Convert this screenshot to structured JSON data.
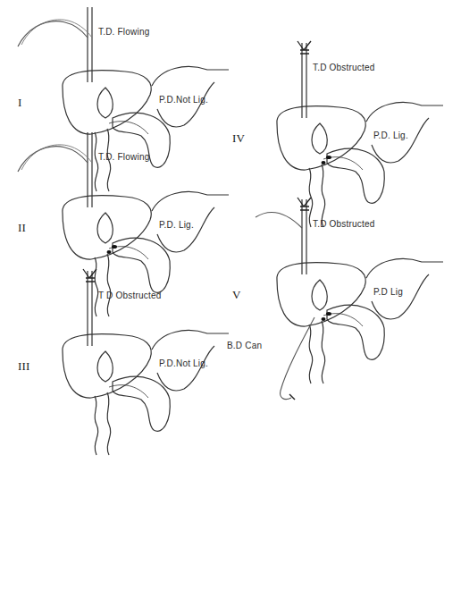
{
  "diagram": {
    "labels": [
      "I",
      "T.D. Flowing",
      "P.D.Not Lig.",
      "II",
      "T.D. Flowing",
      "P.D. Lig.",
      "III",
      "T D Obstructed",
      "P.D.Not Lig.",
      "IV",
      "T.D Obstructed",
      "P.D. Lig.",
      "V",
      "T.D Obstructed",
      "B.D Can",
      "P.D Lig"
    ]
  }
}
